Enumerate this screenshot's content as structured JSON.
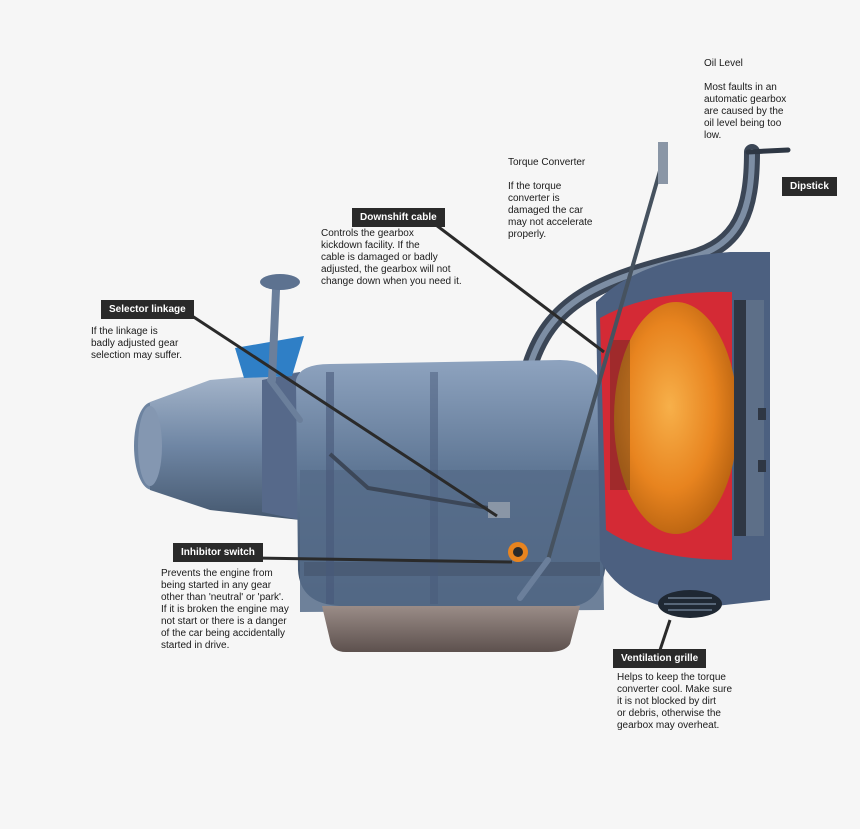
{
  "callouts": {
    "oil_level": {
      "title": "Oil Level",
      "text": "Most faults in an\nautomatic gearbox\nare caused by the\noil level being too\nlow."
    },
    "torque_converter": {
      "title": "Torque Converter",
      "text": "If the torque\nconverter is\ndamaged the car\nmay not accelerate\nproperly."
    },
    "dipstick": {
      "label": "Dipstick"
    },
    "downshift_cable": {
      "label": "Downshift cable",
      "text": "Controls the gearbox\nkickdown facility. If the\ncable is damaged or badly\nadjusted, the gearbox will not\nchange down when you need it."
    },
    "selector_linkage": {
      "label": "Selector linkage",
      "text": "If the linkage is\nbadly adjusted gear\nselection may suffer."
    },
    "inhibitor_switch": {
      "label": "Inhibitor switch",
      "text": "Prevents the engine from\nbeing started in any gear\nother than 'neutral' or 'park'.\nIf it is broken the engine may\nnot start or there is a danger\nof the car being accidentally\nstarted in drive."
    },
    "ventilation_grille": {
      "label": "Ventilation grille",
      "text": "Helps to keep the torque\nconverter cool. Make sure\nit is not blocked by dirt\nor debris, otherwise the\ngearbox may overheat."
    }
  },
  "colors": {
    "casing": "#5f7795",
    "converter": "#e8841f",
    "cutaway_red": "#d42a35",
    "selector_blue": "#2f7fc6",
    "sump": "#7d6f6b",
    "label_bg": "#2a2a2a"
  }
}
